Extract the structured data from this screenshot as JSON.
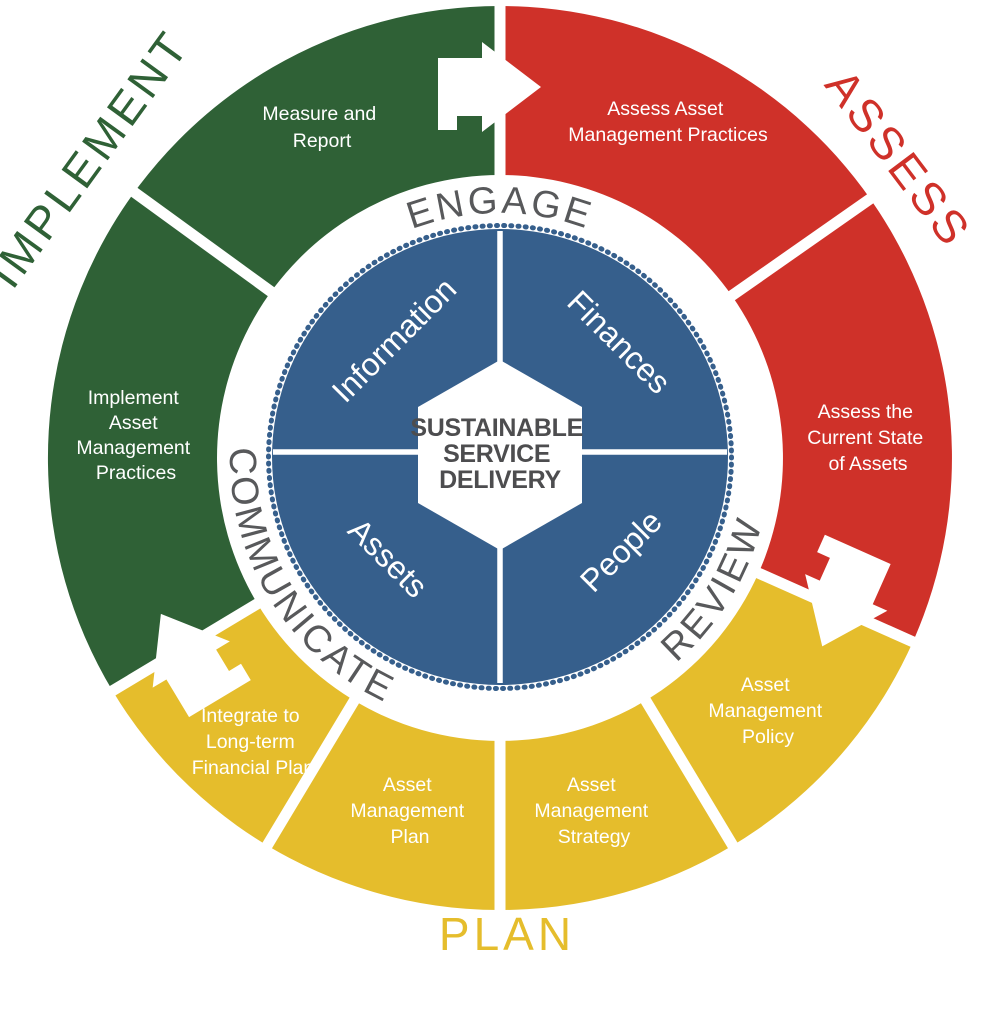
{
  "colors": {
    "green": "#2F6136",
    "red": "#CF3129",
    "yellow": "#E5BD2C",
    "blue": "#365F8C",
    "gray": "#58595B",
    "white": "#FFFFFF"
  },
  "phases": {
    "implement": "IMPLEMENT",
    "assess": "ASSESS",
    "plan": "PLAN"
  },
  "ring_words": {
    "engage": "ENGAGE",
    "communicate": "COMMUNICATE",
    "review": "REVIEW"
  },
  "center_hexagon": {
    "line1": "SUSTAINABLE",
    "line2": "SERVICE",
    "line3": "DELIVERY"
  },
  "quadrants": {
    "information": "Information",
    "finances": "Finances",
    "assets": "Assets",
    "people": "People"
  },
  "segments": {
    "measure_report": [
      "Measure and",
      "Report"
    ],
    "assess_practices": [
      "Assess Asset",
      "Management Practices"
    ],
    "assess_state": [
      "Assess the",
      "Current State",
      "of Assets"
    ],
    "policy": [
      "Asset",
      "Management",
      "Policy"
    ],
    "strategy": [
      "Asset",
      "Management",
      "Strategy"
    ],
    "plan": [
      "Asset",
      "Management",
      "Plan"
    ],
    "integrate": [
      "Integrate to",
      "Long-term",
      "Financial Plan"
    ],
    "implement_practices": [
      "Implement",
      "Asset",
      "Management",
      "Practices"
    ]
  }
}
